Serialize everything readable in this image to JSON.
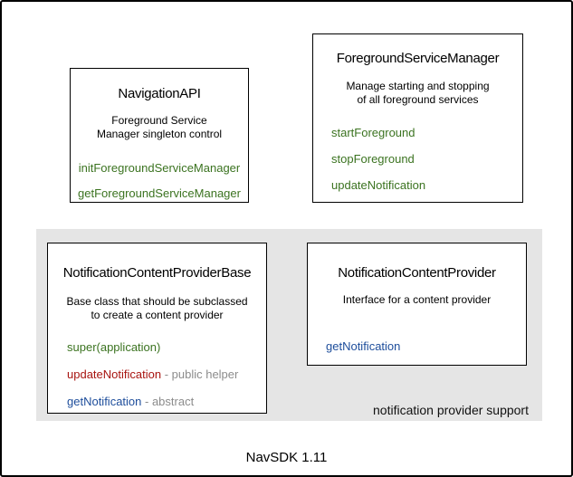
{
  "diagram": {
    "footer_label": "NavSDK 1.11",
    "panel_label": "notification provider support"
  },
  "colors": {
    "method_green": "#3b7320",
    "method_red": "#a81410",
    "method_blue": "#1d4d9b",
    "suffix_gray": "#8c8c8c",
    "panel_background": "#e5e5e5",
    "box_border": "#000000",
    "frame_border": "#000000"
  },
  "boxes": {
    "navigation_api": {
      "title": "NavigationAPI",
      "description": [
        "Foreground Service",
        "Manager singleton control"
      ],
      "methods": [
        {
          "label": "initForegroundServiceManager",
          "color": "#3b7320"
        },
        {
          "label": "getForegroundServiceManager",
          "color": "#3b7320"
        }
      ]
    },
    "foreground_service_manager": {
      "title": "ForegroundServiceManager",
      "description": [
        "Manage starting and stopping",
        "of all foreground services"
      ],
      "methods": [
        {
          "label": "startForeground",
          "color": "#3b7320"
        },
        {
          "label": "stopForeground",
          "color": "#3b7320"
        },
        {
          "label": "updateNotification",
          "color": "#3b7320"
        }
      ]
    },
    "notification_content_provider_base": {
      "title": "NotificationContentProviderBase",
      "description": [
        "Base class that should be subclassed",
        "to create a content provider"
      ],
      "methods": [
        {
          "label": "super(application)",
          "color": "#3b7320"
        },
        {
          "label": "updateNotification",
          "suffix": " - public helper",
          "color": "#a81410"
        },
        {
          "label": "getNotification",
          "suffix": " - abstract",
          "color": "#1d4d9b"
        }
      ]
    },
    "notification_content_provider": {
      "title": "NotificationContentProvider",
      "description": [
        "Interface for a content provider"
      ],
      "methods": [
        {
          "label": "getNotification",
          "color": "#1d4d9b"
        }
      ]
    }
  }
}
